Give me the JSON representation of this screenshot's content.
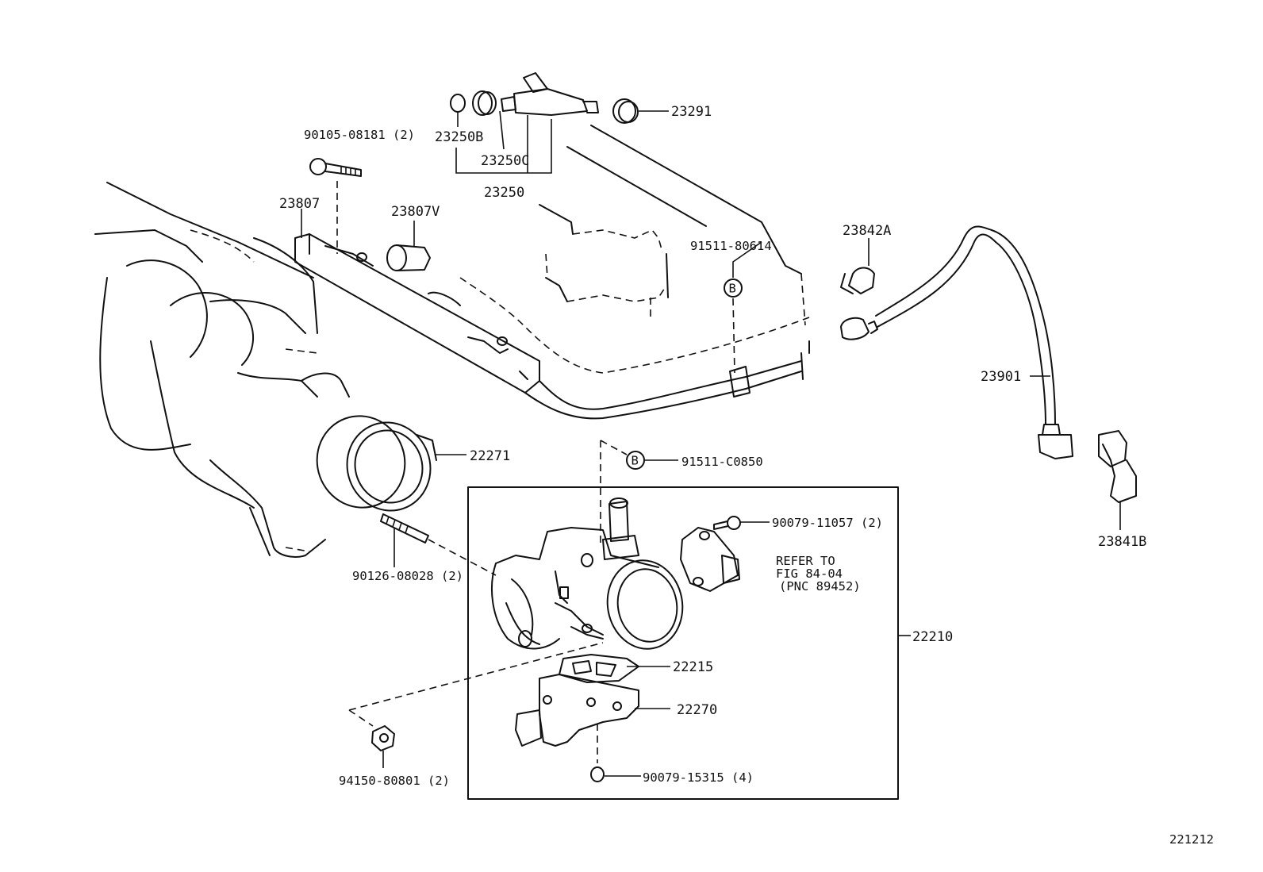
{
  "labels": {
    "p90105": "90105-08181 (2)",
    "p23250B": "23250B",
    "p23250C": "23250C",
    "p23250": "23250",
    "p23291": "23291",
    "p23807": "23807",
    "p23807V": "23807V",
    "p91511_80614": "91511-80614",
    "p23842A": "23842A",
    "p23901": "23901",
    "p22271": "22271",
    "p91511_C0850": "91511-C0850",
    "p90079_11057": "90079-11057 (2)",
    "refer_line1": "REFER TO",
    "refer_line2": "FIG 84-04",
    "refer_line3": "(PNC 89452)",
    "p90126": "90126-08028 (2)",
    "p23841B": "23841B",
    "p22210": "22210",
    "p22215": "22215",
    "p22270": "22270",
    "p94150": "94150-80801 (2)",
    "p90079_15315": "90079-15315 (4)",
    "ref_mark": "B",
    "figure_number": "221212"
  }
}
